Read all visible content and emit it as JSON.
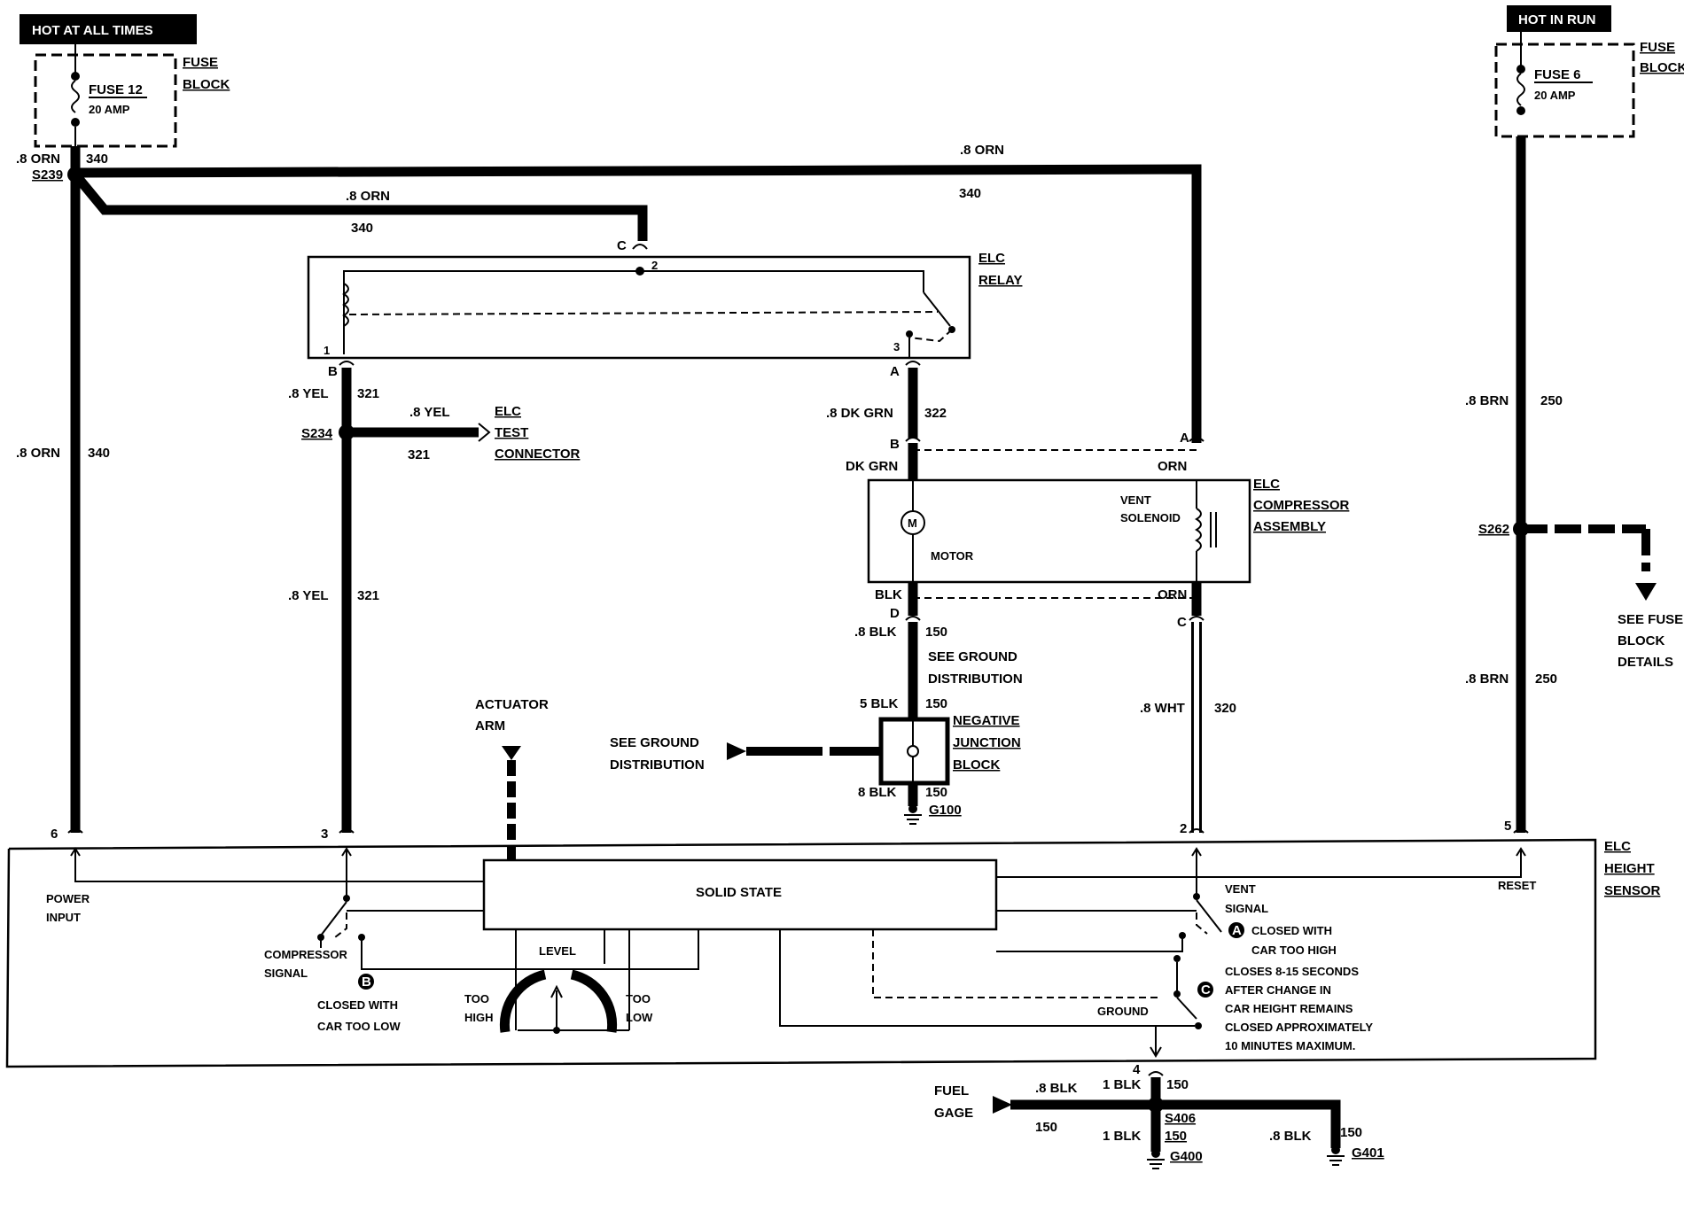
{
  "hot_labels": {
    "left": "HOT AT ALL TIMES",
    "right": "HOT IN RUN"
  },
  "fuse_left": {
    "name": "FUSE 12",
    "rating": "20 AMP",
    "block1": "FUSE",
    "block2": "BLOCK"
  },
  "fuse_right": {
    "name": "FUSE 6",
    "rating": "20 AMP",
    "block1": "FUSE",
    "block2": "BLOCK"
  },
  "wires": {
    "orn8": ".8 ORN",
    "c340": "340",
    "s239": "S239",
    "yel8": ".8 YEL",
    "c321": "321",
    "s234": "S234",
    "dkgrn8": ".8 DK GRN",
    "c322": "322",
    "dkgrn": "DK GRN",
    "orn": "ORN",
    "blk": "BLK",
    "blk8": ".8 BLK",
    "c150": "150",
    "blk5": "5 BLK",
    "blk8b": "8 BLK",
    "wht8": ".8 WHT",
    "c320": "320",
    "brn8": ".8 BRN",
    "c250": "250",
    "s262": "S262",
    "g100": "G100",
    "blk1": "1 BLK",
    "s406": "S406",
    "g400": "G400",
    "g401": "G401"
  },
  "connectors": {
    "c": "C",
    "b": "B",
    "a": "A",
    "d": "D",
    "p1": "1",
    "p2": "2",
    "p3": "3",
    "p4": "4",
    "p5": "5",
    "p6": "6"
  },
  "components": {
    "relay": [
      "ELC",
      "RELAY"
    ],
    "test_connector": [
      "ELC",
      "TEST",
      "CONNECTOR"
    ],
    "compressor": [
      "ELC",
      "COMPRESSOR",
      "ASSEMBLY"
    ],
    "vent_solenoid": [
      "VENT",
      "SOLENOID"
    ],
    "motor": "MOTOR",
    "motor_symbol": "M",
    "ground_dist": [
      "SEE GROUND",
      "DISTRIBUTION"
    ],
    "neg_junction": [
      "NEGATIVE",
      "JUNCTION",
      "BLOCK"
    ],
    "fuse_block_details": [
      "SEE FUSE",
      "BLOCK",
      "DETAILS"
    ],
    "actuator": [
      "ACTUATOR",
      "ARM"
    ],
    "height_sensor": [
      "ELC",
      "HEIGHT",
      "SENSOR"
    ],
    "solid_state": "SOLID STATE",
    "level": "LEVEL",
    "too_high": [
      "TOO",
      "HIGH"
    ],
    "too_low": [
      "TOO",
      "LOW"
    ],
    "power_input": [
      "POWER",
      "INPUT"
    ],
    "compressor_signal": [
      "COMPRESSOR",
      "SIGNAL"
    ],
    "vent_signal": [
      "VENT",
      "SIGNAL"
    ],
    "reset": "RESET",
    "ground": "GROUND",
    "fuel_gage": [
      "FUEL",
      "GAGE"
    ]
  },
  "notes": {
    "a_letter": "A",
    "b_letter": "B",
    "c_letter": "C",
    "a": [
      "CLOSED WITH",
      "CAR TOO HIGH"
    ],
    "b": [
      "CLOSED WITH",
      "CAR TOO LOW"
    ],
    "c": [
      "CLOSES 8-15 SECONDS",
      "AFTER CHANGE IN",
      "CAR HEIGHT REMAINS",
      "CLOSED APPROXIMATELY",
      "10 MINUTES MAXIMUM."
    ]
  }
}
